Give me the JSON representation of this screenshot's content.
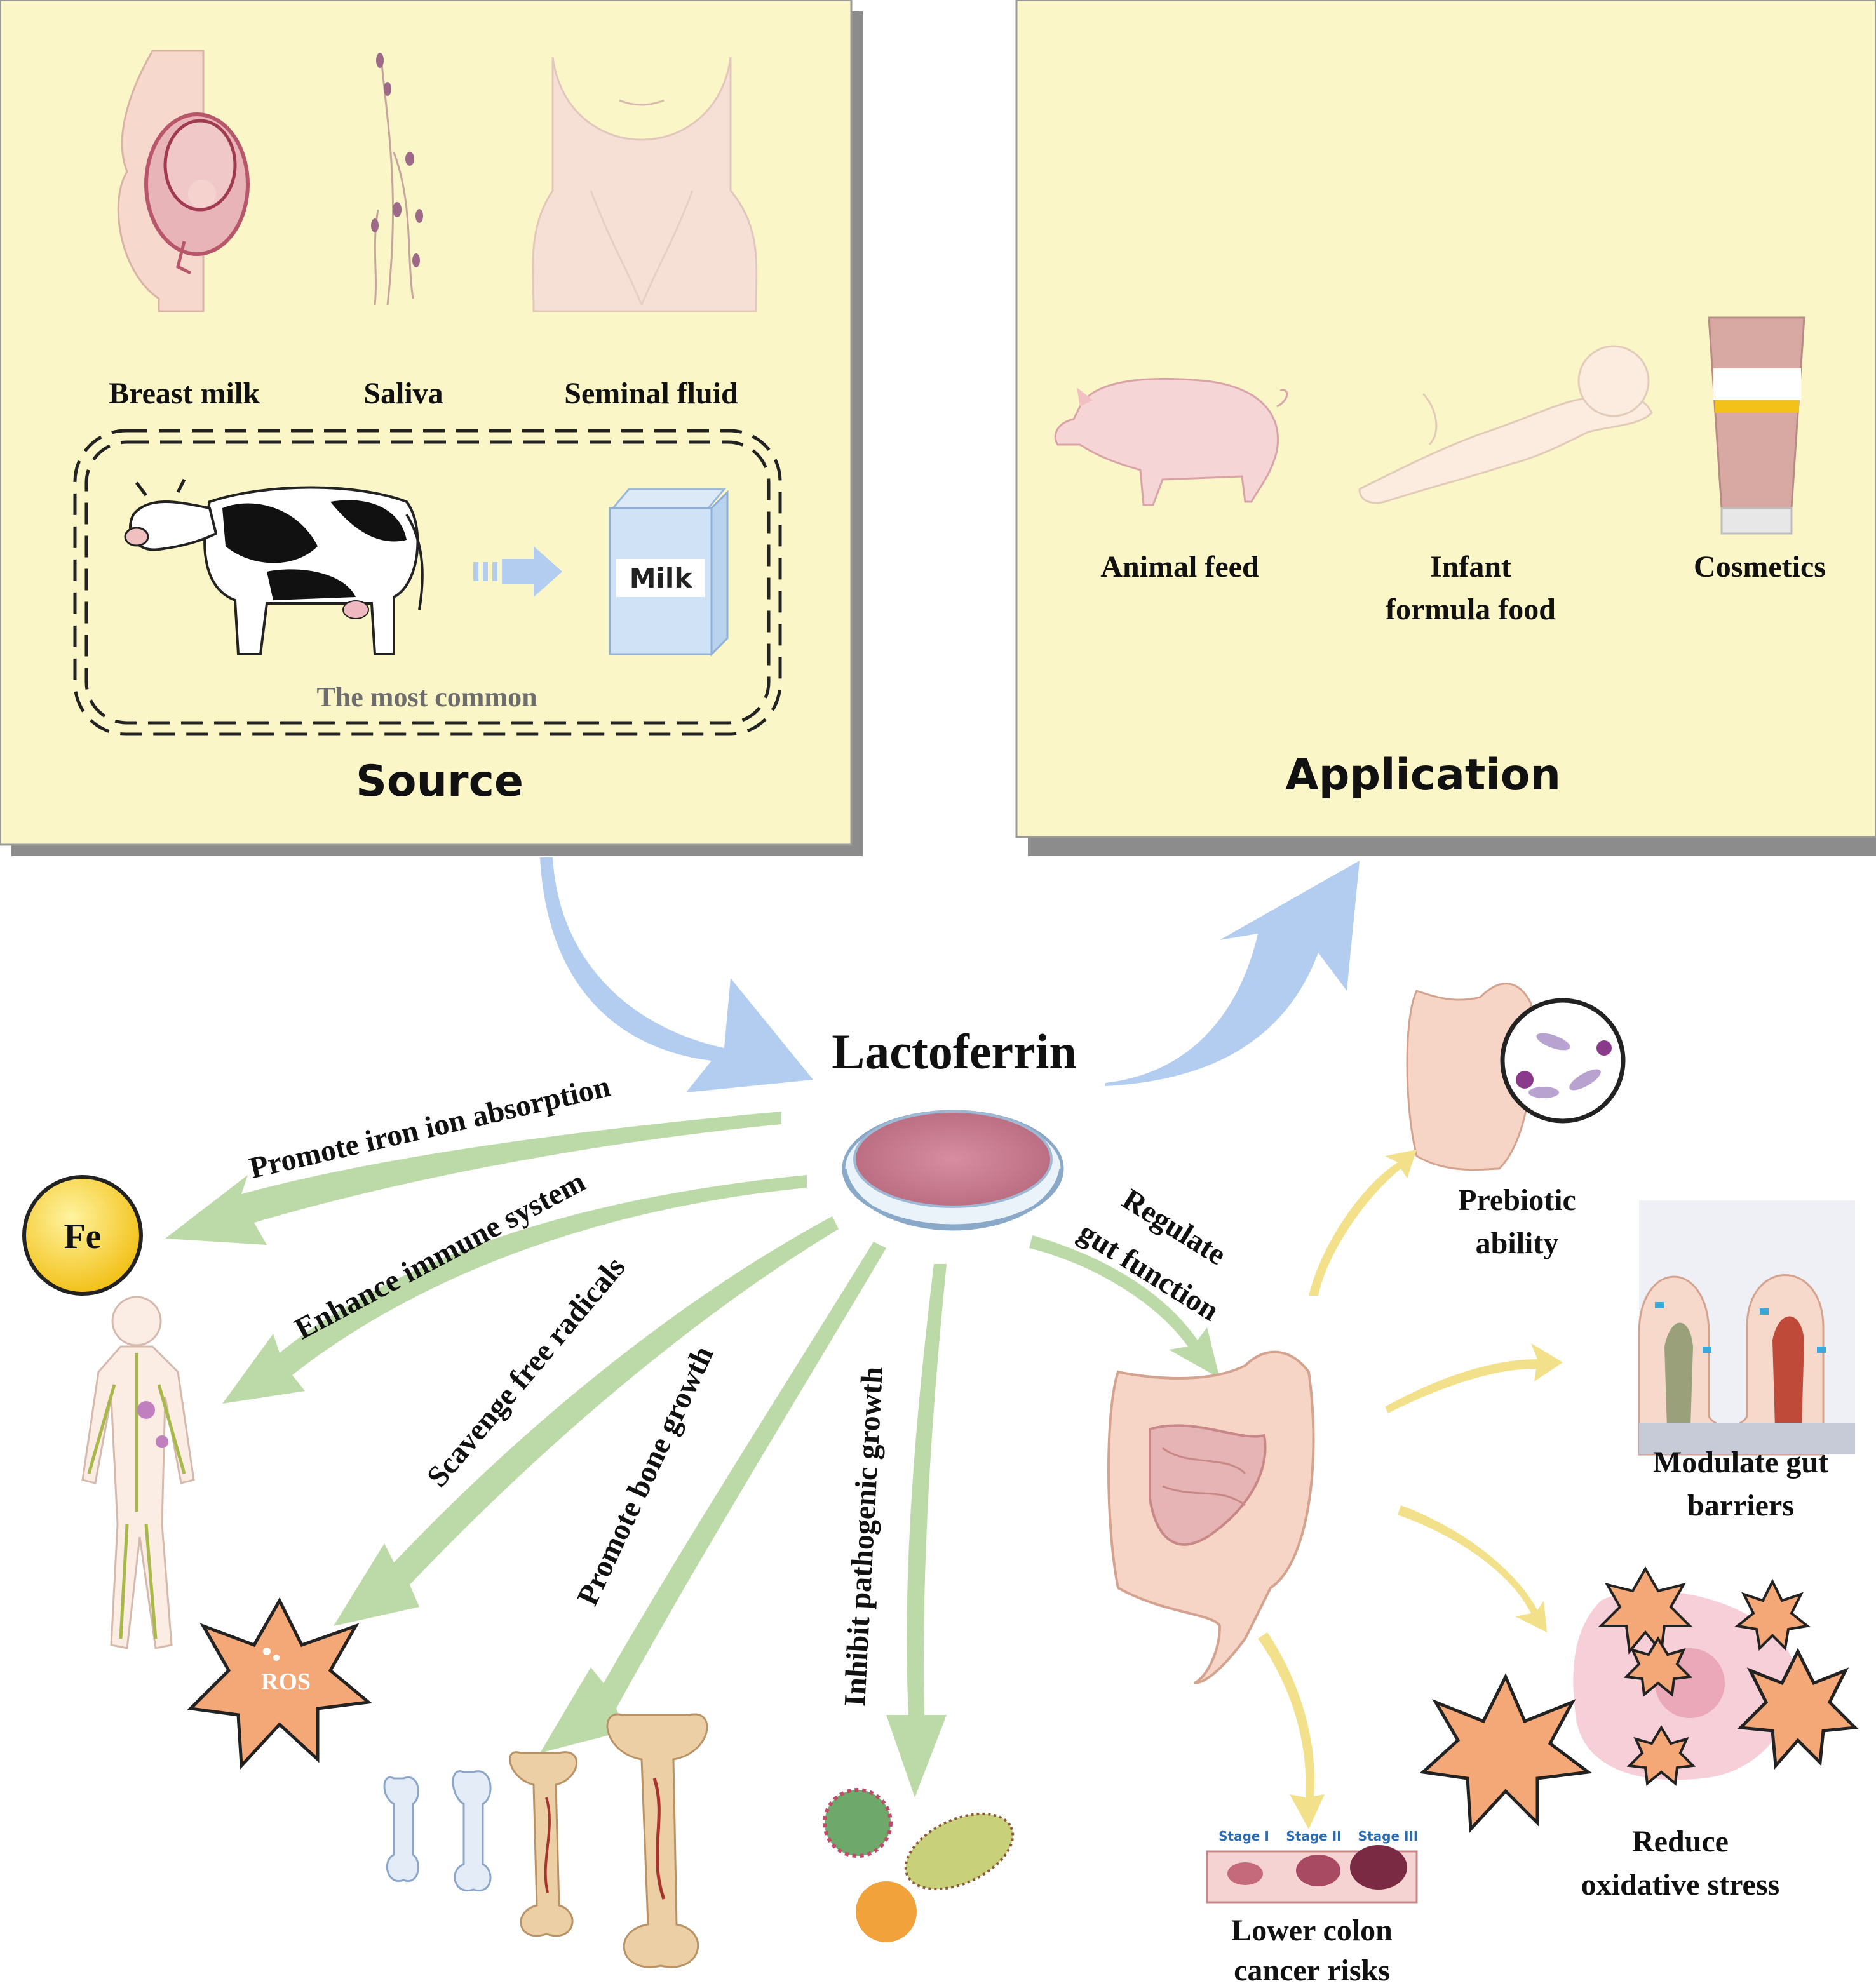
{
  "colors": {
    "panel_fill": "#fbf6c8",
    "panel_shadow": "#8c8c8c",
    "blue_arrow": "#b3cdf0",
    "green_arrow": "#bcd9a8",
    "yellow_arrow": "#f3e08a",
    "ros_star": "#f4a878",
    "text": "#111111"
  },
  "source_panel": {
    "heading": "Source",
    "items": [
      "Breast milk",
      "Saliva",
      "Seminal fluid"
    ],
    "milk_label": "Milk",
    "common_note": "The most common"
  },
  "application_panel": {
    "heading": "Application",
    "items": [
      {
        "line1": "Animal feed",
        "line2": ""
      },
      {
        "line1": "Infant",
        "line2": "formula food"
      },
      {
        "line1": "Cosmetics",
        "line2": ""
      }
    ]
  },
  "center": {
    "title": "Lactoferrin"
  },
  "functions": {
    "iron": "Promote iron ion absorption",
    "iron_symbol": "Fe",
    "immune": "Enhance immune system",
    "radicals": "Scavenge free radicals",
    "ros_label": "ROS",
    "bone": "Promote bone growth",
    "pathogen": "Inhibit pathogenic growth",
    "gut_line1": "Regulate",
    "gut_line2": "gut function"
  },
  "gut_effects": {
    "prebiotic": {
      "line1": "Prebiotic",
      "line2": "ability"
    },
    "barrier": {
      "line1": "Modulate gut",
      "line2": "barriers"
    },
    "oxidative": {
      "line1": "Reduce",
      "line2": "oxidative stress"
    },
    "colon": {
      "line1": "Lower colon",
      "line2": "cancer risks"
    },
    "stages": [
      "Stage I",
      "Stage II",
      "Stage III"
    ]
  }
}
